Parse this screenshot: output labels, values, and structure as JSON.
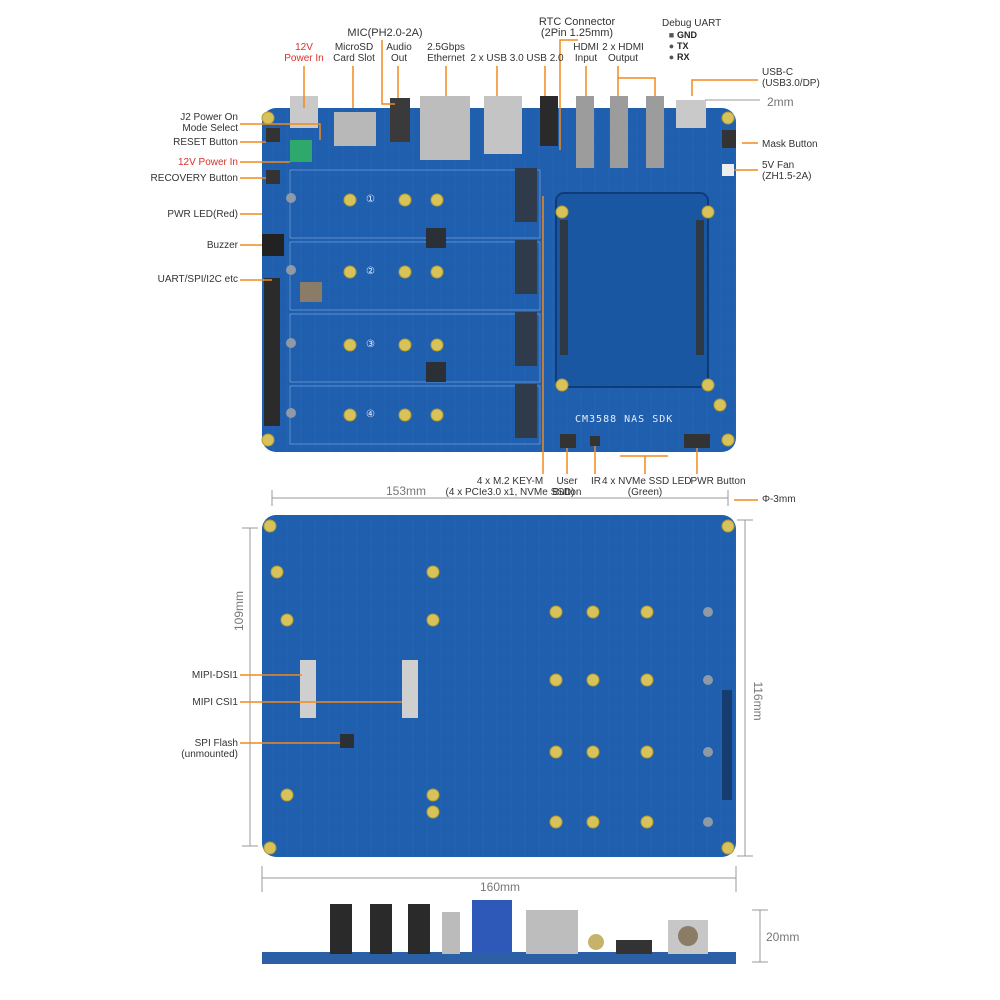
{
  "top_labels": {
    "power_in_12v": "12V\nPower In",
    "mic": "MIC(PH2.0-2A)",
    "microsd": "MicroSD\nCard Slot",
    "audio_out": "Audio\nOut",
    "ethernet": "2.5Gbps\nEthernet",
    "usb3": "2 x USB 3.0",
    "usb2": "USB 2.0",
    "rtc": "RTC Connector\n(2Pin 1.25mm)",
    "hdmi_in": "HDMI\nInput",
    "hdmi_out": "2 x HDMI\nOutput",
    "debug_uart": "Debug UART",
    "uart_gnd": "GND",
    "uart_tx": "TX",
    "uart_rx": "RX"
  },
  "left_labels": {
    "j2": "J2 Power On\nMode Select",
    "reset": "RESET Button",
    "power_in_12v": "12V Power In",
    "recovery": "RECOVERY Button",
    "pwr_led": "PWR LED(Red)",
    "buzzer": "Buzzer",
    "uart_spi": "UART/SPI/I2C etc"
  },
  "right_labels": {
    "usbc": "USB-C\n(USB3.0/DP)",
    "mask": "Mask Button",
    "fan": "5V Fan\n(ZH1.5-2A)",
    "hole": "Φ-3mm"
  },
  "bottom_labels": {
    "m2": "4 x M.2 KEY-M\n(4 x PCIe3.0 x1, NVMe SSD)",
    "user_btn": "User\nButton",
    "ir": "IR",
    "nvme_led": "4 x NVMe SSD LED\n(Green)",
    "pwr_btn": "PWR Button"
  },
  "back_labels": {
    "mipi_dsi": "MIPI-DSI1",
    "mipi_csi": "MIPI CSI1",
    "spi_flash": "SPI Flash\n(unmounted)"
  },
  "dimensions": {
    "top_gap": "2mm",
    "width_153": "153mm",
    "height_109": "109mm",
    "height_116": "116mm",
    "width_160": "160mm",
    "thickness": "20mm"
  },
  "board": {
    "silkscreen": "CM3588 NAS SDK",
    "slots": [
      "①",
      "②",
      "③",
      "④"
    ]
  },
  "colors": {
    "pcb": "#1f5fae",
    "pcb_dark": "#184d92",
    "callout": "#f08a1c",
    "dim_line": "#9a9a9a",
    "gold": "#d8c35a"
  }
}
